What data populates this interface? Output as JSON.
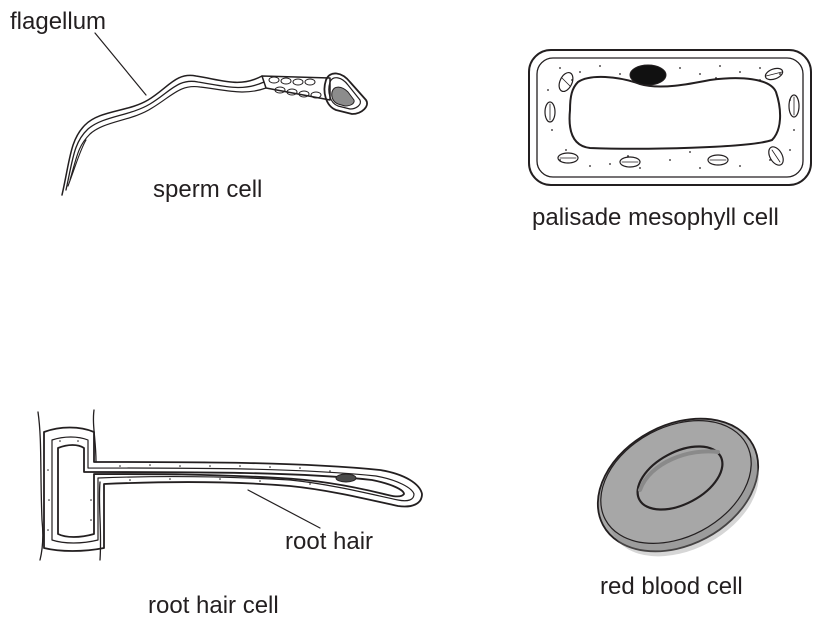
{
  "labels": {
    "flagellum": "flagellum",
    "sperm_cell": "sperm cell",
    "palisade_mesophyll_cell": "palisade mesophyll cell",
    "root_hair": "root hair",
    "root_hair_cell": "root hair cell",
    "red_blood_cell": "red blood cell"
  },
  "colors": {
    "stroke": "#231f20",
    "nucleus_fill": "#8c8c8c",
    "dark_nucleus": "#111111",
    "rbc_fill": "#a7a7a7",
    "rbc_rim": "#8a8a8a"
  }
}
